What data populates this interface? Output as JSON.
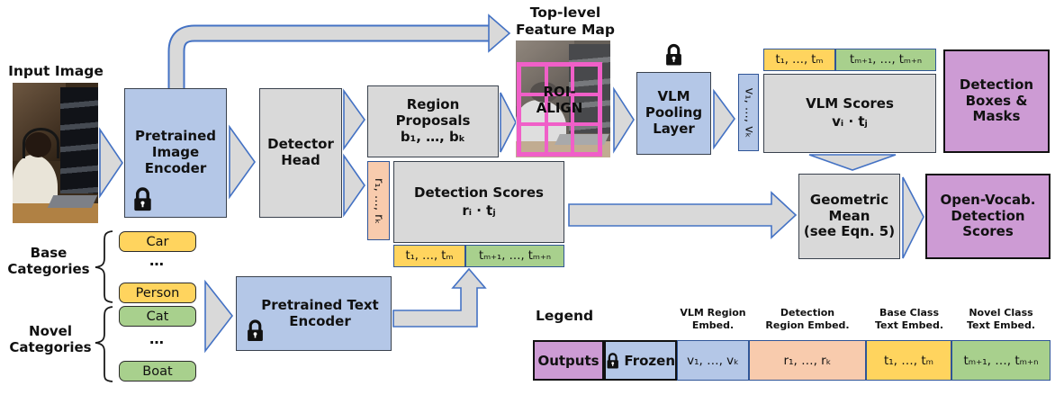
{
  "figure": {
    "input_image_label": "Input Image",
    "feature_map_label": [
      "Top-level",
      "Feature Map"
    ],
    "roi_align": [
      "ROI-",
      "ALIGN"
    ],
    "image_encoder": [
      "Pretrained",
      "Image",
      "Encoder"
    ],
    "detector_head": [
      "Detector",
      "Head"
    ],
    "region_proposals": {
      "title": [
        "Region",
        "Proposals"
      ],
      "formula": "b₁, …, bₖ"
    },
    "detection_scores": {
      "title": "Detection Scores",
      "formula": "rᵢ · tⱼ"
    },
    "vlm_pooling": [
      "VLM",
      "Pooling",
      "Layer"
    ],
    "vlm_scores": {
      "title": "VLM Scores",
      "formula": "vᵢ · tⱼ"
    },
    "geometric_mean": [
      "Geometric",
      "Mean",
      "(see Eqn. 5)"
    ],
    "detection_boxes_masks": [
      "Detection",
      "Boxes &",
      "Masks"
    ],
    "open_vocab_scores": [
      "Open-Vocab.",
      "Detection",
      "Scores"
    ],
    "text_encoder": [
      "Pretrained Text",
      "Encoder"
    ],
    "strips": {
      "vlm_region": "v₁, …, vₖ",
      "detection_region": "r₁, …, rₖ",
      "base_text": "t₁, …, tₘ",
      "novel_text": "tₘ₊₁, …, tₘ₊ₙ"
    },
    "categories": {
      "base_label": [
        "Base",
        "Categories"
      ],
      "novel_label": [
        "Novel",
        "Categories"
      ],
      "base_items": [
        "Car",
        "Person"
      ],
      "novel_items": [
        "Cat",
        "Boat"
      ],
      "ellipsis": "…"
    }
  },
  "legend": {
    "title": "Legend",
    "outputs_label": "Outputs",
    "frozen_label": "Frozen",
    "headers": [
      "VLM Region Embed.",
      "Detection Region Embed.",
      "Base Class Text Embed.",
      "Novel Class Text Embed."
    ],
    "vlm_region": "v₁, …, vₖ",
    "detection_region": "r₁, …, rₖ",
    "base_text": "t₁, …, tₘ",
    "novel_text": "tₘ₊₁, …, tₘ₊ₙ"
  },
  "colors": {
    "frozen_blue": "#b4c7e7",
    "box_gray": "#d9d9d9",
    "outputs_pink": "#cd9bd4",
    "region_peach": "#f8cbad",
    "base_yellow": "#ffd45e",
    "novel_green": "#a8d08d",
    "roi_grid_pink": "#f05fc8",
    "arrow_outline": "#4472c4"
  }
}
